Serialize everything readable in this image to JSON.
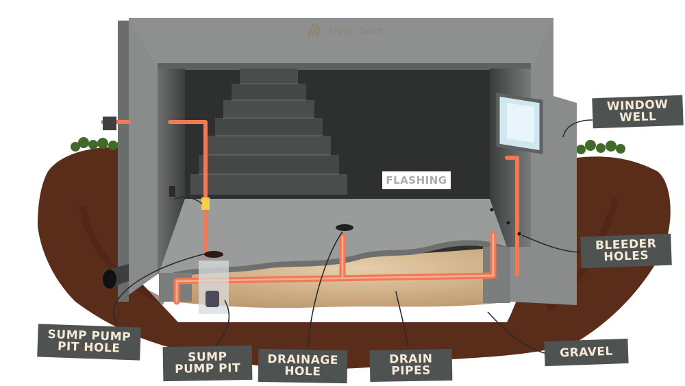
{
  "brand": {
    "logo_text": "Hvac-buzz",
    "logo_icon": "house-logo-icon"
  },
  "labels": {
    "window_well": [
      "WINDOW",
      "WELL"
    ],
    "flashing": "FLASHING",
    "bleeder_holes": [
      "BLEEDER",
      "HOLES"
    ],
    "sump_pump_pit_hole": [
      "SUMP PUMP",
      "PIT HOLE"
    ],
    "sump_pump_pit": [
      "SUMP",
      "PUMP PIT"
    ],
    "drainage_hole": [
      "DRAINAGE",
      "HOLE"
    ],
    "drain_pipes": [
      "DRAIN",
      "PIPES"
    ],
    "gravel": "GRAVEL"
  },
  "colors": {
    "soil": "#5a2c1a",
    "concrete": "#8a8c8b",
    "gravel": "#cfb08a",
    "pipe": "#f07a55",
    "label_bg": "#4e5251",
    "label_text": "#f6ead6"
  }
}
